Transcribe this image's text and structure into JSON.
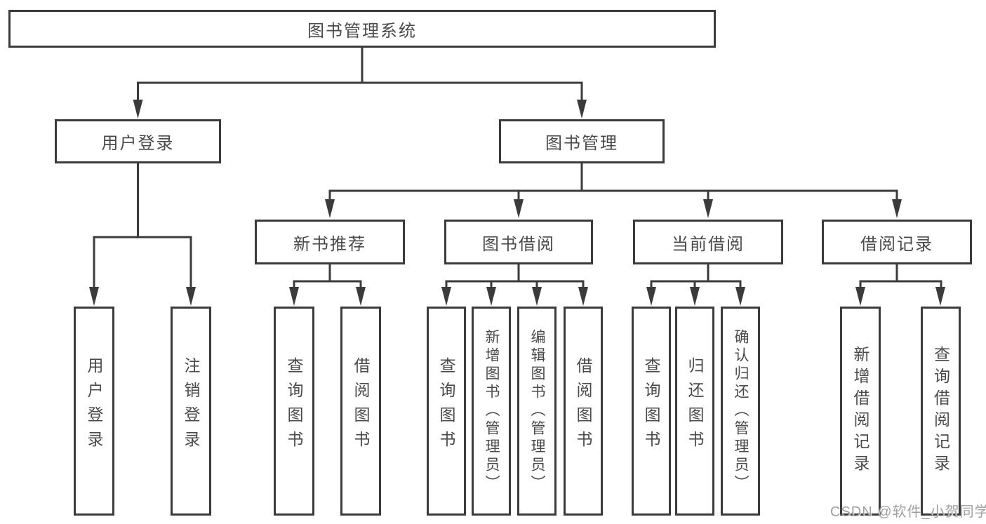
{
  "tree": {
    "root": {
      "label": "图书管理系统",
      "children": [
        {
          "label": "用户登录",
          "children": [
            {
              "label": "用户登录"
            },
            {
              "label": "注销登录"
            }
          ]
        },
        {
          "label": "图书管理",
          "children": [
            {
              "label": "新书推荐",
              "children": [
                {
                  "label": "查询图书"
                },
                {
                  "label": "借阅图书"
                }
              ]
            },
            {
              "label": "图书借阅",
              "children": [
                {
                  "label": "查询图书"
                },
                {
                  "label": "新增图书（管理员）"
                },
                {
                  "label": "编辑图书（管理员）"
                },
                {
                  "label": "借阅图书"
                }
              ]
            },
            {
              "label": "当前借阅",
              "children": [
                {
                  "label": "查询图书"
                },
                {
                  "label": "归还图书"
                },
                {
                  "label": "确认归还（管理员）"
                }
              ]
            },
            {
              "label": "借阅记录",
              "children": [
                {
                  "label": "新增借阅记录"
                },
                {
                  "label": "查询借阅记录"
                }
              ]
            }
          ]
        }
      ]
    }
  },
  "watermark": {
    "text": "CSDN @软件_小贺同学"
  },
  "colors": {
    "line": "#3b3b3b",
    "text": "#4a4a4a",
    "background": "#ffffff",
    "watermark": "#989898"
  }
}
